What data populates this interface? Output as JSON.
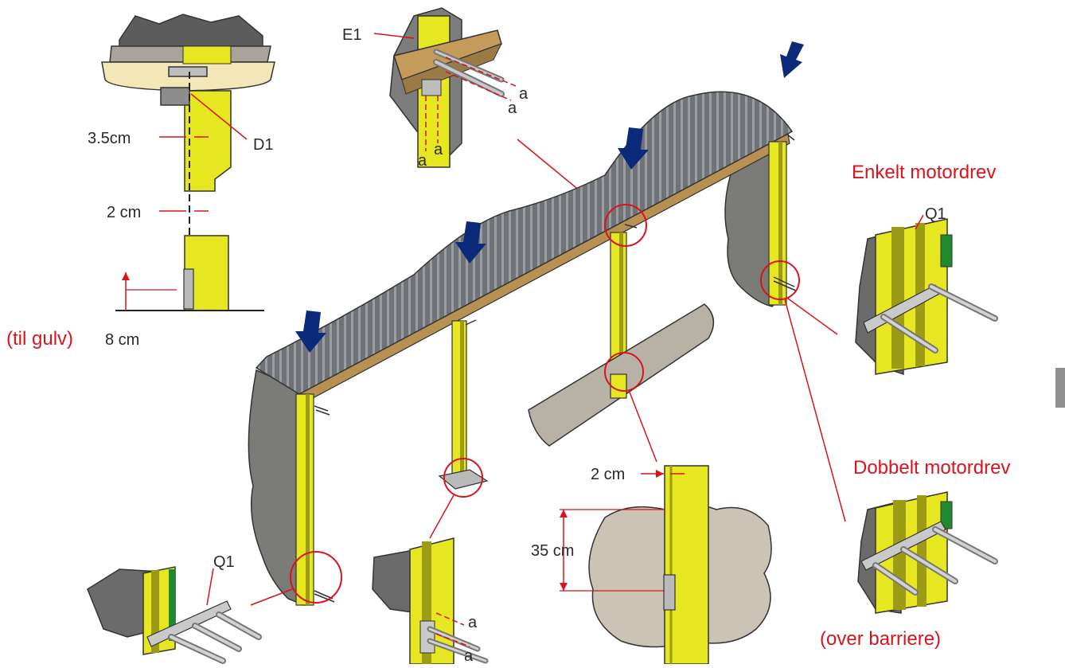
{
  "colors": {
    "post_yellow": "#e6e621",
    "post_olive": "#9b9b16",
    "roof_gray": "#6f7276",
    "beam_wood": "#b89152",
    "wall_gray": "#7b7b78",
    "arrow_blue": "#0c2a7a",
    "callout_red": "#d8141c",
    "floor_beige": "#cbc3b5",
    "rail_green": "#1f8a2f"
  },
  "icons": {
    "load_arrow": "down-arrow-icon",
    "callout": "circle-callout-icon"
  },
  "labels": {
    "e1": "E1",
    "d1": "D1",
    "q1_top": "Q1",
    "q1_bottom": "Q1",
    "a_top_1": "a",
    "a_top_2": "a",
    "a_top_3": "a",
    "a_top_4": "a",
    "a_bottom_1": "a",
    "a_bottom_2": "a",
    "dim_3_5cm": "3.5cm",
    "dim_2cm_left": "2 cm",
    "dim_8cm": "8 cm",
    "til_gulv": "(til gulv)",
    "dim_2cm_bottom": "2 cm",
    "dim_35cm": "35 cm",
    "enkelt_motordrev": "Enkelt motordrev",
    "dobbelt_motordrev": "Dobbelt motordrev",
    "over_barriere": "(over barriere)"
  }
}
